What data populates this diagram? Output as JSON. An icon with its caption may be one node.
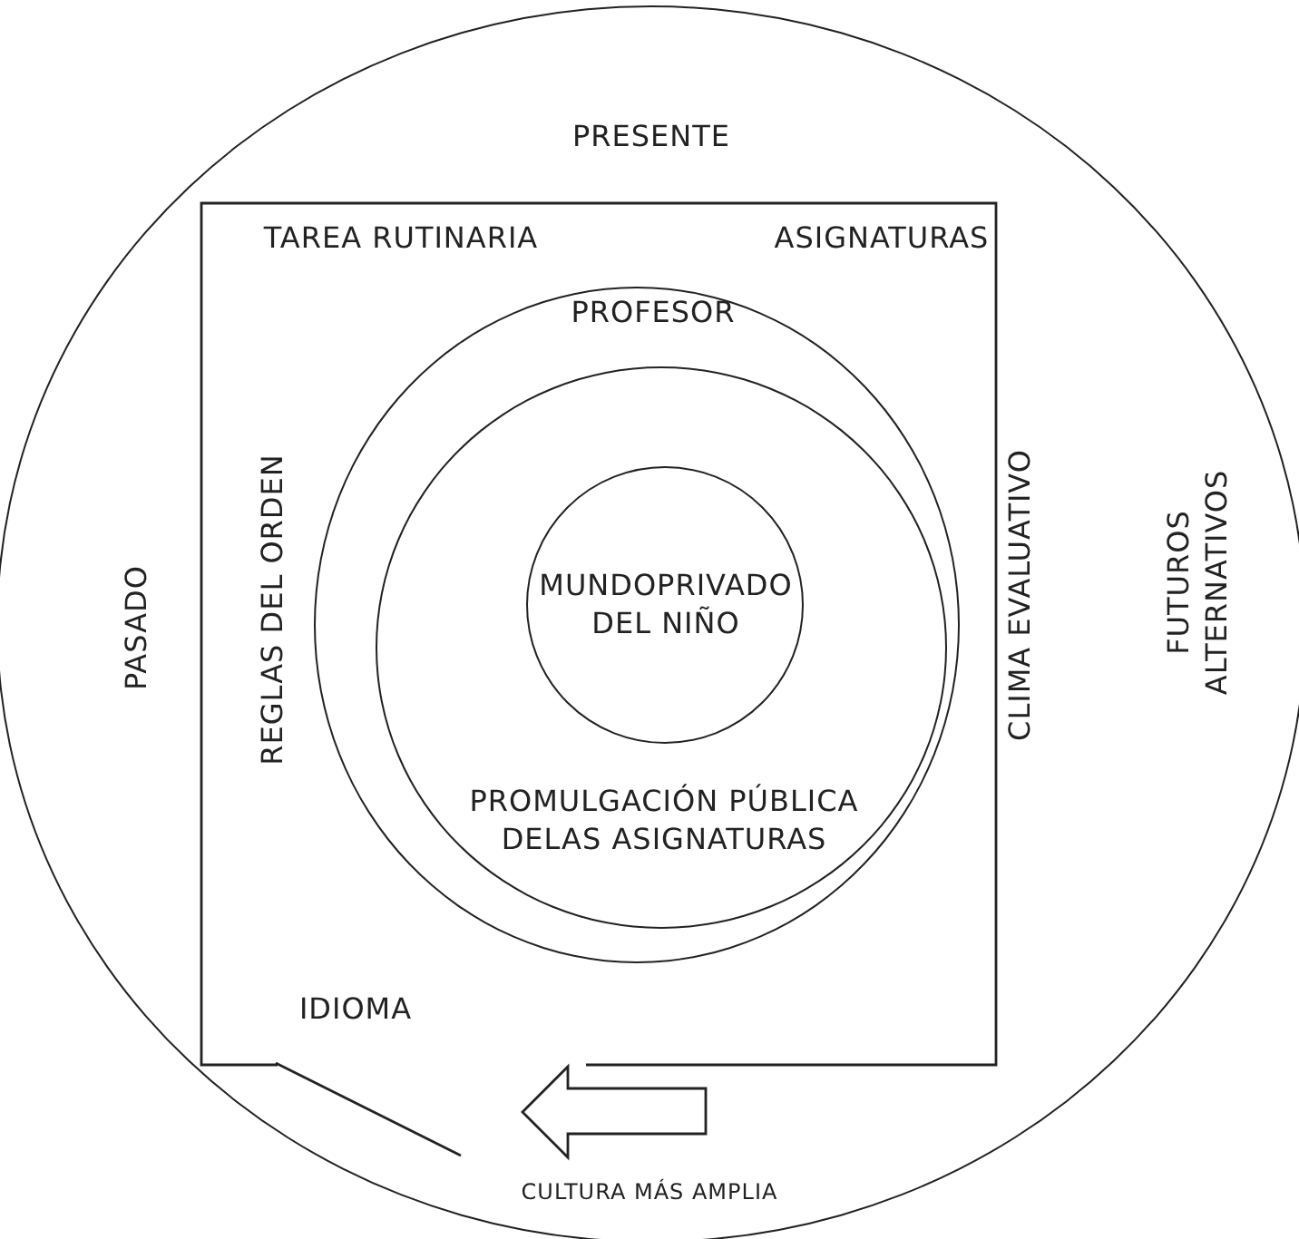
{
  "diagram": {
    "nodes": [
      {
        "text": [
          "PRESENTE",
          "PASADO",
          "FUTUROS ALTERNATIVOS",
          "CULTURA MÁS AMPLIA"
        ]
      },
      {
        "text": [
          "TAREA RUTINARIA",
          "ASIGNATURAS",
          "REGLAS DEL ORDEN",
          "CLIMA EVALUATIVO",
          "IDIOMA"
        ],
        "in": 0
      },
      {
        "text": [
          "PROFESOR"
        ],
        "in": 1
      },
      {
        "text": [
          "PROMULGACIÓN PÚBLICA DELAS ASIGNATURAS"
        ],
        "in": 2
      },
      {
        "text": [
          "MUNDOPRIVADO DEL NIÑO"
        ],
        "in": 3
      }
    ]
  }
}
